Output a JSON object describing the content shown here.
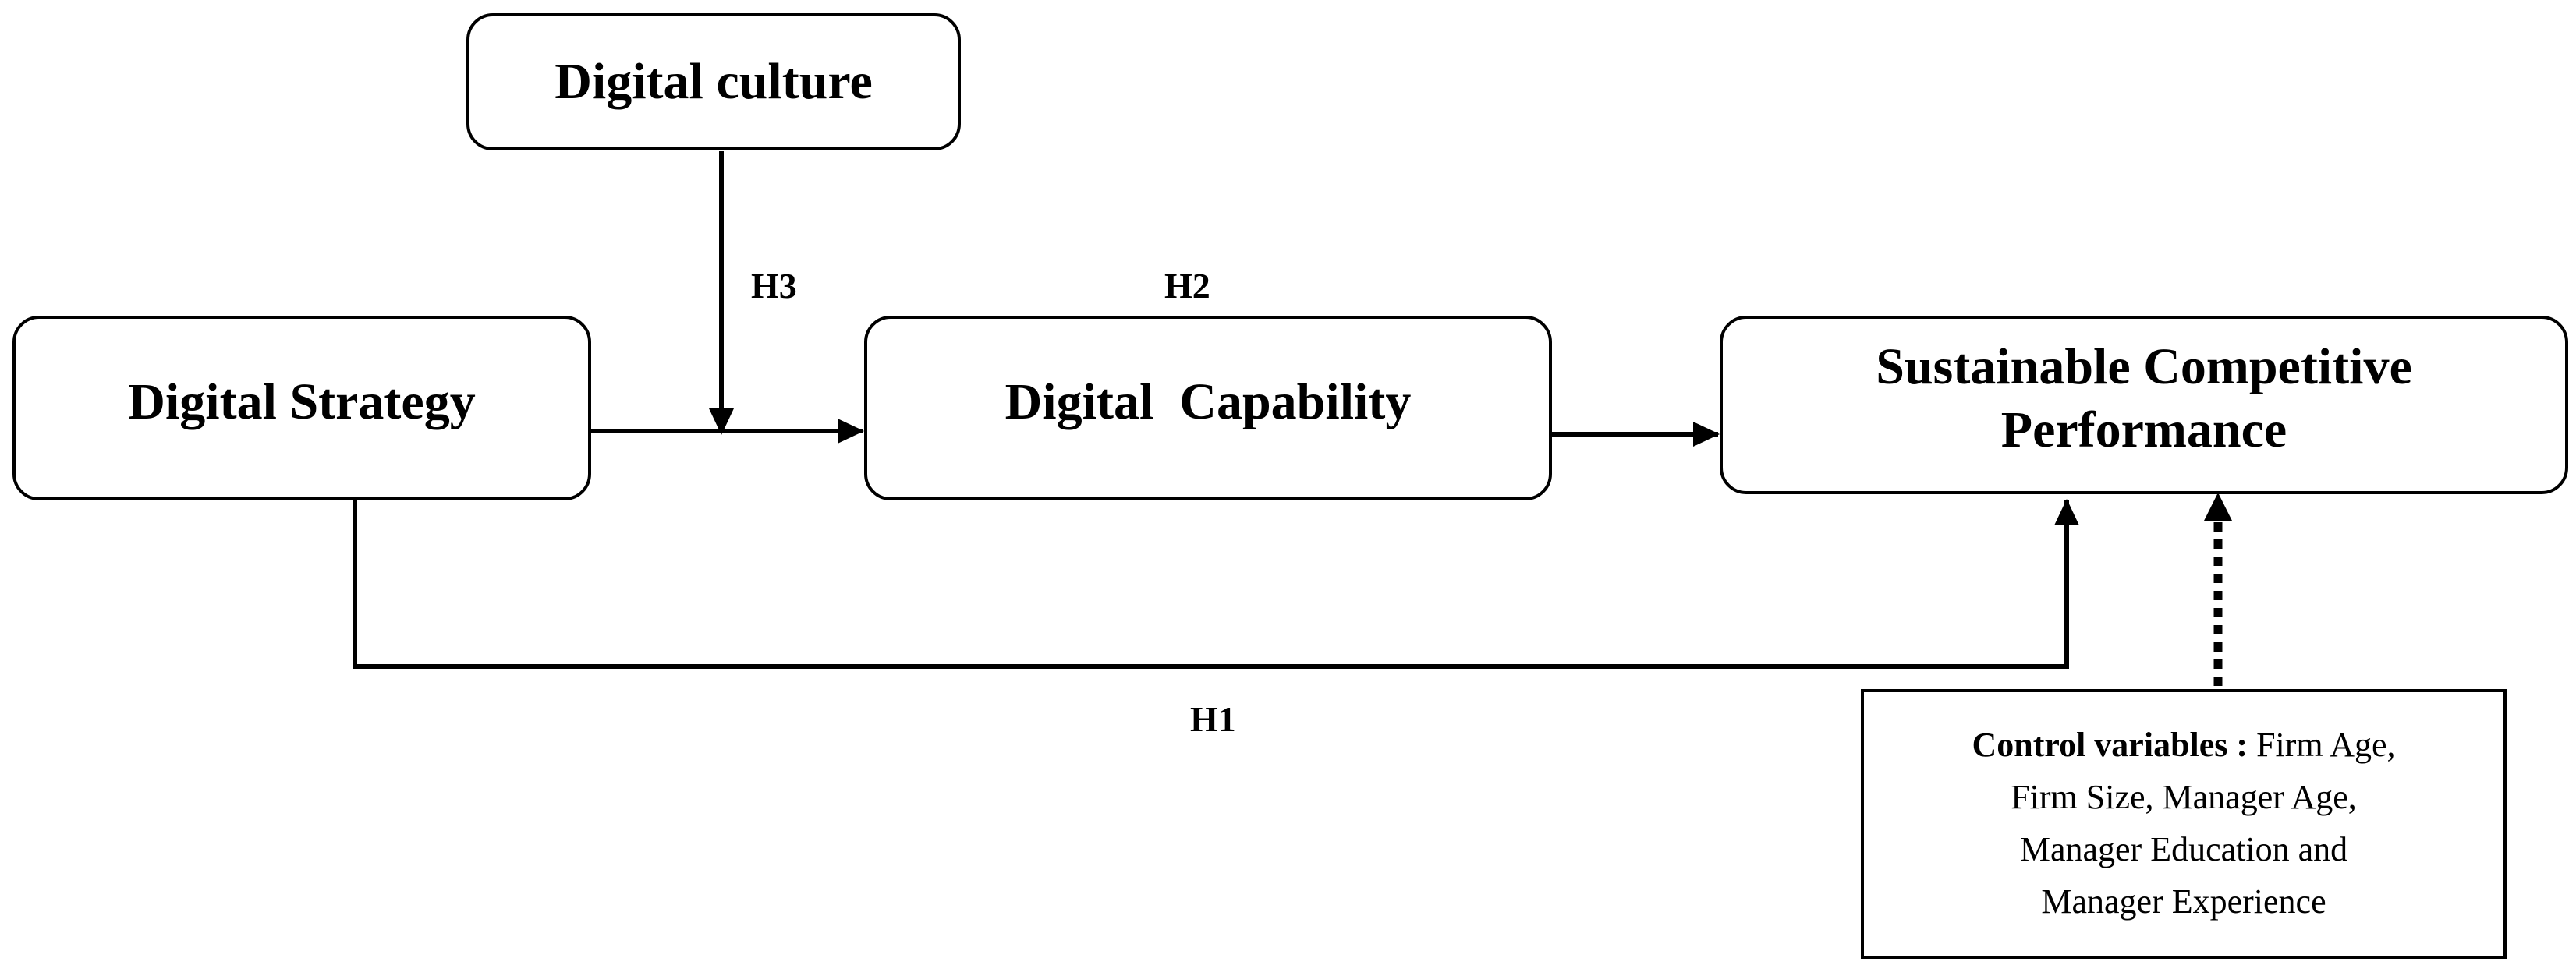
{
  "nodes": {
    "digital_culture": "Digital culture",
    "digital_strategy": "Digital Strategy",
    "digital_capability": "Digital  Capability",
    "performance_line1": "Sustainable Competitive",
    "performance_line2": "Performance"
  },
  "hypotheses": {
    "h1": "H1",
    "h2": "H2",
    "h3": "H3"
  },
  "controls": {
    "label": "Control variables :",
    "line1_rest": "Firm Age,",
    "line2": "Firm Size, Manager Age,",
    "line3": "Manager Education and",
    "line4": "Manager Experience"
  },
  "colors": {
    "stroke": "#000000",
    "background": "#ffffff"
  }
}
